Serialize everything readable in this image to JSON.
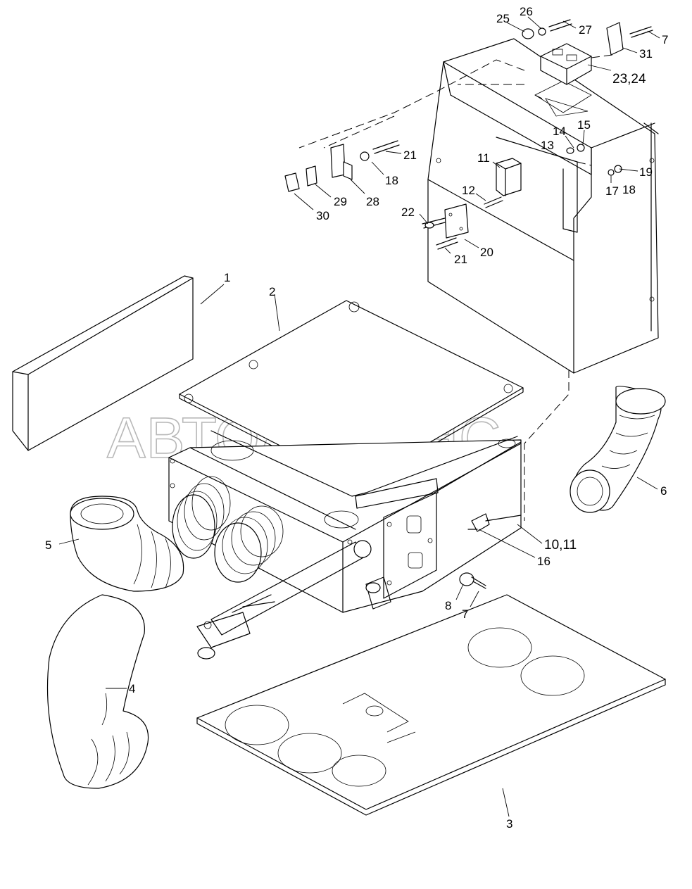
{
  "watermark": "АВТОАЛЬЯНС",
  "callouts": [
    {
      "id": "c25",
      "text": "25"
    },
    {
      "id": "c26",
      "text": "26"
    },
    {
      "id": "c27",
      "text": "27"
    },
    {
      "id": "c7a",
      "text": "7"
    },
    {
      "id": "c31",
      "text": "31"
    },
    {
      "id": "c2324",
      "text": "23,24"
    },
    {
      "id": "c14",
      "text": "14"
    },
    {
      "id": "c15",
      "text": "15"
    },
    {
      "id": "c13",
      "text": "13"
    },
    {
      "id": "c11",
      "text": "11"
    },
    {
      "id": "c19",
      "text": "19"
    },
    {
      "id": "c17",
      "text": "17"
    },
    {
      "id": "c18b",
      "text": "18"
    },
    {
      "id": "c21a",
      "text": "21"
    },
    {
      "id": "c18a",
      "text": "18"
    },
    {
      "id": "c28",
      "text": "28"
    },
    {
      "id": "c29",
      "text": "29"
    },
    {
      "id": "c30",
      "text": "30"
    },
    {
      "id": "c12",
      "text": "12"
    },
    {
      "id": "c22",
      "text": "22"
    },
    {
      "id": "c20",
      "text": "20"
    },
    {
      "id": "c21b",
      "text": "21"
    },
    {
      "id": "c1",
      "text": "1"
    },
    {
      "id": "c2",
      "text": "2"
    },
    {
      "id": "c6",
      "text": "6"
    },
    {
      "id": "c5",
      "text": "5"
    },
    {
      "id": "c1011",
      "text": "10,11"
    },
    {
      "id": "c16",
      "text": "16"
    },
    {
      "id": "c8",
      "text": "8"
    },
    {
      "id": "c7b",
      "text": "7"
    },
    {
      "id": "c4",
      "text": "4"
    },
    {
      "id": "c3",
      "text": "3"
    }
  ]
}
